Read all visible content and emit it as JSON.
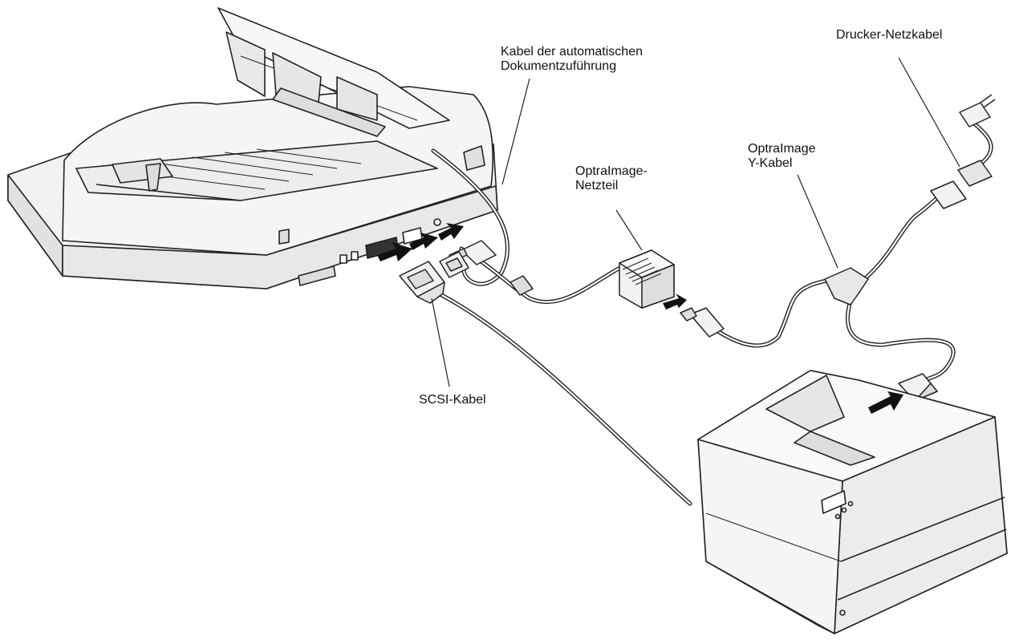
{
  "labels": {
    "adf_cable": {
      "line1": "Kabel der automatischen",
      "line2": "Dokumentzuführung"
    },
    "printer_power_cord": {
      "line1": "Drucker-Netzkabel"
    },
    "optraimage_power_supply": {
      "line1": "OptraImage-",
      "line2": "Netzteil"
    },
    "optraimage_y_cable": {
      "line1": "OptraImage",
      "line2": "Y-Kabel"
    },
    "scsi_cable": {
      "line1": "SCSI-Kabel"
    }
  },
  "colors": {
    "line": "#222222",
    "fill": "#f2f2f2",
    "shade": "#d9d9d9",
    "dark": "#333333",
    "background": "#ffffff"
  }
}
